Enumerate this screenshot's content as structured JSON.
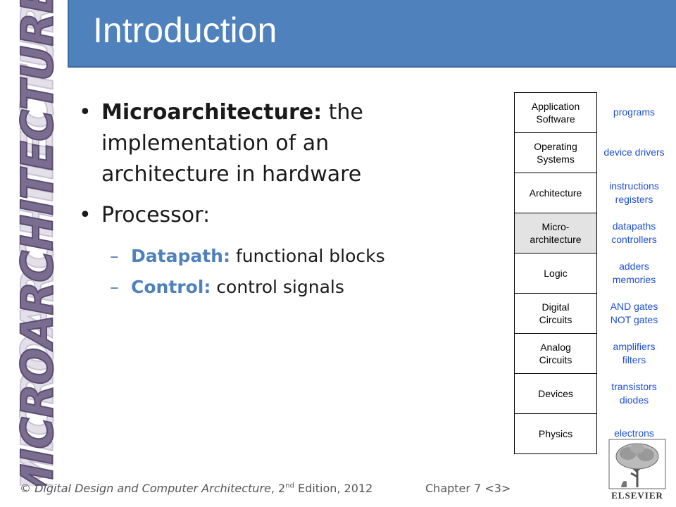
{
  "side_logo": {
    "text": "MICROARCHITECTURE"
  },
  "title": "Introduction",
  "bullets": [
    {
      "term": "Microarchitecture:",
      "text": " the implementation of an architecture in hardware"
    },
    {
      "text": "Processor:"
    }
  ],
  "sub_bullets": [
    {
      "term": "Datapath:",
      "text": " functional blocks"
    },
    {
      "term": "Control:",
      "text": " control signals"
    }
  ],
  "stack_layers": [
    {
      "label": "Application\nSoftware",
      "desc": "programs"
    },
    {
      "label": "Operating\nSystems",
      "desc": "device drivers"
    },
    {
      "label": "Architecture",
      "desc": "instructions\nregisters"
    },
    {
      "label": "Micro-\narchitecture",
      "desc": "datapaths\ncontrollers",
      "highlight": true
    },
    {
      "label": "Logic",
      "desc": "adders\nmemories"
    },
    {
      "label": "Digital\nCircuits",
      "desc": "AND gates\nNOT gates"
    },
    {
      "label": "Analog\nCircuits",
      "desc": "amplifiers\nfilters"
    },
    {
      "label": "Devices",
      "desc": "transistors\ndiodes"
    },
    {
      "label": "Physics",
      "desc": "electrons"
    }
  ],
  "footer": {
    "copyright": "©",
    "book": "Digital Design and Computer Architecture",
    "edition_prefix": ", 2",
    "edition_sup": "nd",
    "edition_suffix": " Edition, 2012",
    "chapter": "Chapter 7 <3>"
  },
  "publisher": {
    "name": "ELSEVIER"
  },
  "colors": {
    "title_bar": "#4f81bd",
    "accent": "#4f81bd",
    "desc_text": "#1f4fd8",
    "logo": "#7b6d90"
  }
}
